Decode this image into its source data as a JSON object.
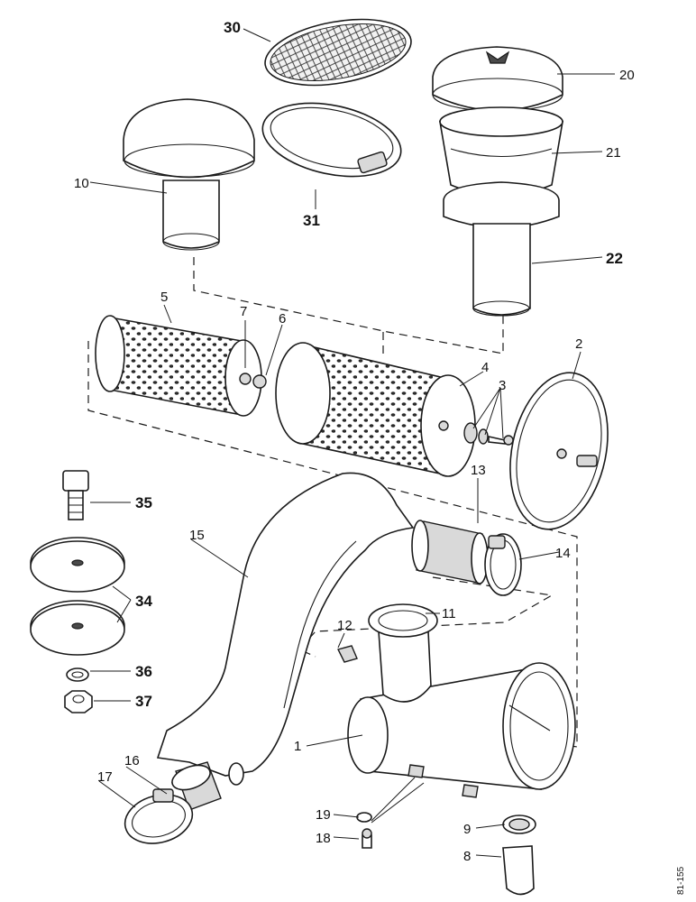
{
  "callouts": {
    "c1": "1",
    "c2": "2",
    "c3": "3",
    "c4": "4",
    "c5": "5",
    "c6": "6",
    "c7": "7",
    "c8": "8",
    "c9": "9",
    "c10": "10",
    "c11": "11",
    "c12": "12",
    "c13": "13",
    "c14": "14",
    "c15": "15",
    "c16": "16",
    "c17": "17",
    "c18": "18",
    "c19": "19",
    "c20": "20",
    "c21": "21",
    "c22": "22",
    "c30": "30",
    "c31": "31",
    "c34": "34",
    "c35": "35",
    "c36": "36",
    "c37": "37"
  },
  "figure_ref": "81-155"
}
